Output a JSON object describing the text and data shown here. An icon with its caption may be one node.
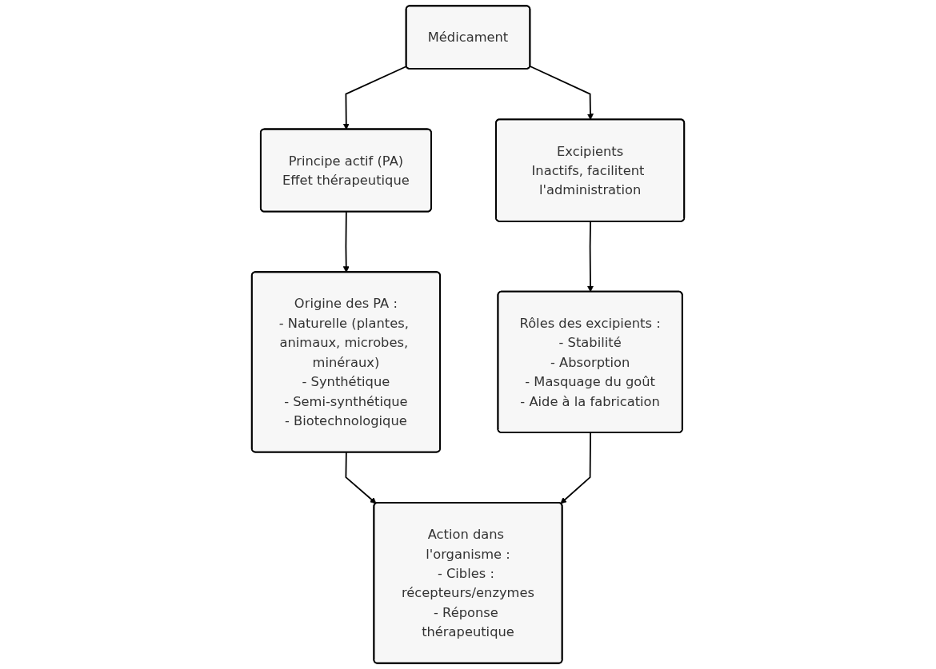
{
  "diagram": {
    "nodes": [
      {
        "text": [
          "Médicament"
        ]
      },
      {
        "text": [
          "Principe actif (PA)",
          "Effet thérapeutique"
        ]
      },
      {
        "text": [
          "Excipients",
          "Inactifs, facilitent l'administration"
        ]
      },
      {
        "text": [
          "Origine des PA :",
          "- Naturelle (plantes, animaux, microbes, minéraux)",
          "- Synthétique",
          "- Semi-synthétique",
          "- Biotechnologique"
        ]
      },
      {
        "text": [
          "Rôles des excipients :",
          "- Stabilité",
          "- Absorption",
          "- Masquage du goût",
          "- Aide à la fabrication"
        ]
      },
      {
        "text": [
          "Action dans l'organisme :",
          "- Cibles : récepteurs/enzymes",
          "- Réponse thérapeutique"
        ]
      }
    ],
    "edges": [
      {
        "from": 0,
        "to": 1,
        "arrow": "to"
      },
      {
        "from": 0,
        "to": 2,
        "arrow": "to"
      },
      {
        "from": 1,
        "to": 3,
        "arrow": "to"
      },
      {
        "from": 2,
        "to": 4,
        "arrow": "to"
      },
      {
        "from": 3,
        "to": 5,
        "arrow": "to"
      },
      {
        "from": 4,
        "to": 5,
        "arrow": "to"
      }
    ]
  }
}
